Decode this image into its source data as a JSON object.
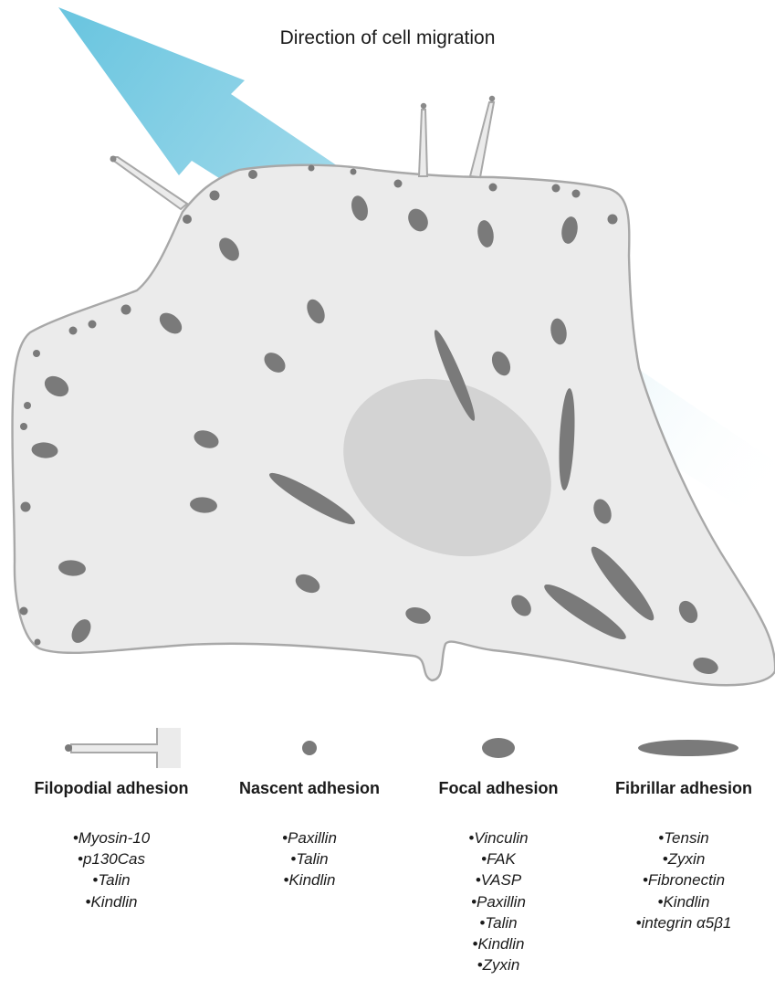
{
  "title": "Direction of cell migration",
  "adhesion_types": [
    {
      "name": "Filopodial adhesion",
      "icon": "filopodium-icon",
      "proteins": [
        "Myosin-10",
        "p130Cas",
        "Talin",
        "Kindlin"
      ]
    },
    {
      "name": "Nascent adhesion",
      "icon": "small-dot-icon",
      "proteins": [
        "Paxillin",
        "Talin",
        "Kindlin"
      ]
    },
    {
      "name": "Focal adhesion",
      "icon": "oval-icon",
      "proteins": [
        "Vinculin",
        "FAK",
        "VASP",
        "Paxillin",
        "Talin",
        "Kindlin",
        "Zyxin"
      ]
    },
    {
      "name": "Fibrillar adhesion",
      "icon": "elongated-oval-icon",
      "proteins": [
        "Tensin",
        "Zyxin",
        "Fibronectin",
        "Kindlin",
        "integrin α5β1"
      ]
    }
  ],
  "colors": {
    "arrow": "#6cc6e0",
    "cell_fill": "#ebebeb",
    "cell_outline": "#a8a8a8",
    "nucleus": "#cfcfcf",
    "adhesion": "#7a7a7a"
  }
}
